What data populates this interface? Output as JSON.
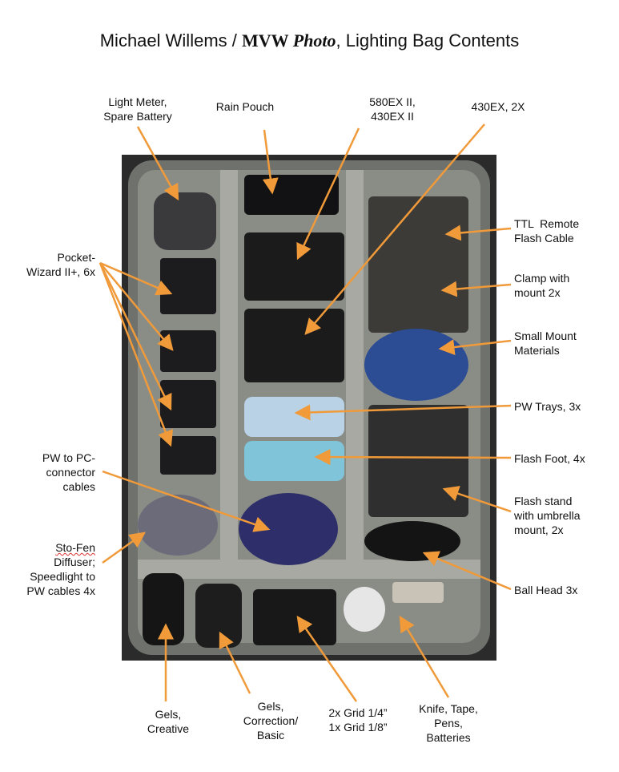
{
  "title": {
    "prefix": "Michael Willems / ",
    "brand_bold": "MVW",
    "brand_italic": "Photo",
    "suffix": ", Lighting Bag Contents"
  },
  "arrow_color": "#f09a3a",
  "labels": {
    "light_meter": [
      "Light Meter,",
      "Spare Battery"
    ],
    "rain_pouch": "Rain Pouch",
    "flash_580": [
      "580EX II,",
      "430EX II"
    ],
    "flash_430": "430EX, 2X",
    "ttl_cable": [
      "TTL  Remote",
      "Flash Cable"
    ],
    "clamp": [
      "Clamp with",
      "mount 2x"
    ],
    "small_mount": [
      "Small Mount",
      "Materials"
    ],
    "pw_trays": "PW Trays, 3x",
    "flash_foot": "Flash Foot, 4x",
    "flash_stand": [
      "Flash stand",
      "with umbrella",
      "mount, 2x"
    ],
    "ball_head": "Ball Head 3x",
    "pocket_wizard": [
      "Pocket-",
      "Wizard II+, 6x"
    ],
    "pw_pc": [
      "PW to PC-",
      "connector",
      "cables"
    ],
    "stofen": [
      "Sto-Fen",
      "Diffuser;",
      "Speedlight to",
      "PW cables 4x"
    ],
    "gels_creative": [
      "Gels,",
      "Creative"
    ],
    "gels_correction": [
      "Gels,",
      "Correction/",
      "Basic"
    ],
    "grid": [
      "2x Grid 1/4”",
      "1x Grid 1/8”"
    ],
    "knife": [
      "Knife, Tape,",
      "Pens,",
      "Batteries"
    ]
  }
}
